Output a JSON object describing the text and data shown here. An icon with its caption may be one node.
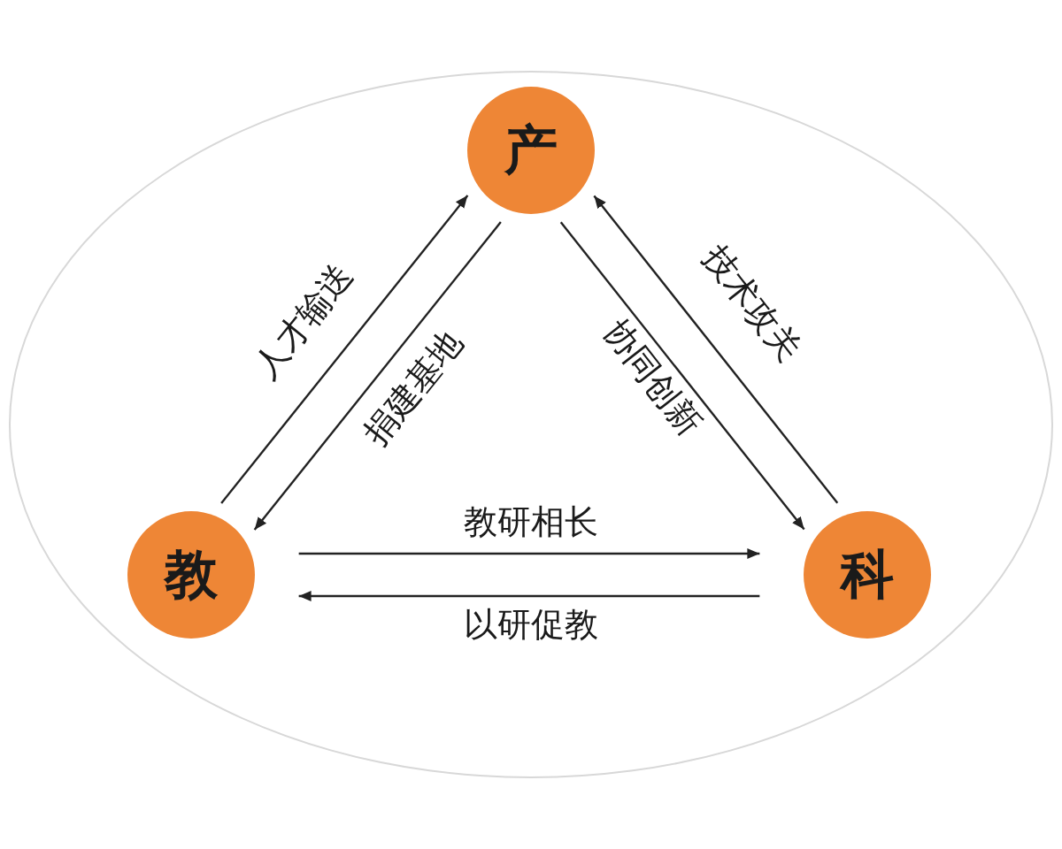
{
  "diagram": {
    "nodes": [
      {
        "text": [],
        "shape": "ellipse"
      },
      {
        "text": [
          "产"
        ],
        "in": 0
      },
      {
        "text": [
          "教"
        ],
        "in": 0
      },
      {
        "text": [
          "科"
        ],
        "in": 0
      }
    ],
    "edges": [
      {
        "from": 2,
        "to": 1,
        "arrow": "to",
        "label": "人才输送"
      },
      {
        "from": 1,
        "to": 2,
        "arrow": "to",
        "label": "捐建基地"
      },
      {
        "from": 3,
        "to": 1,
        "arrow": "to",
        "label": "技术攻关"
      },
      {
        "from": 1,
        "to": 3,
        "arrow": "to",
        "label": "协同创新"
      },
      {
        "from": 2,
        "to": 3,
        "arrow": "to",
        "label": "教研相长"
      },
      {
        "from": 3,
        "to": 2,
        "arrow": "to",
        "label": "以研促教"
      }
    ]
  }
}
